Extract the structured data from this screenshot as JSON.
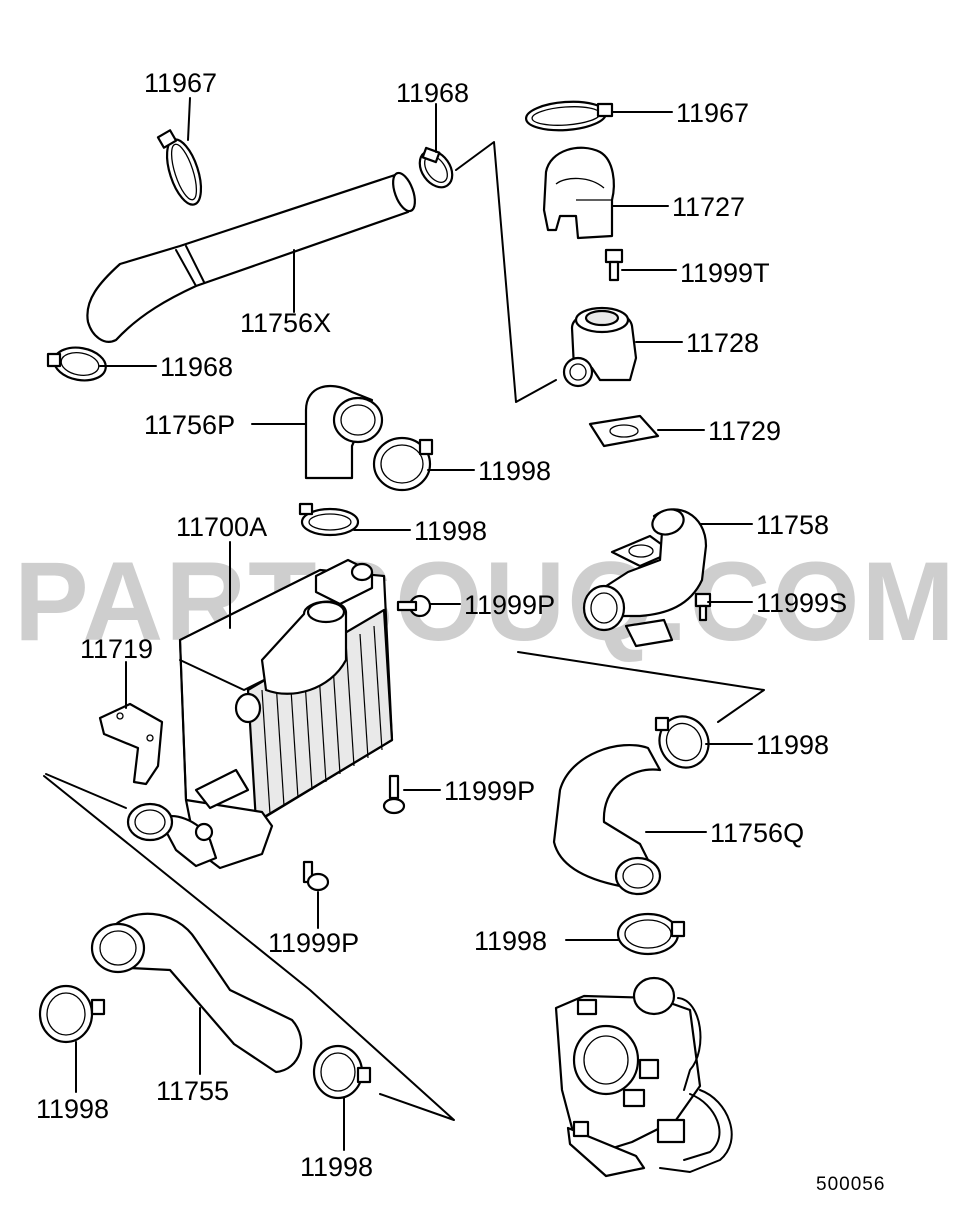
{
  "watermark": "PARTSOUQ.COM",
  "reference_code": "500056",
  "part_numbers": {
    "clamp_top_left": "11967",
    "clamp_top_center": "11968",
    "clamp_top_right": "11967",
    "cover": "11727",
    "bolt_t": "11999T",
    "hose_upper": "11756X",
    "clamp_left": "11968",
    "valve": "11728",
    "hose_p": "11756P",
    "gasket": "11729",
    "clamp_hose_p": "11998",
    "clamp_intercooler_top": "11998",
    "intercooler": "11700A",
    "pipe": "11758",
    "bolt_p_top": "11999P",
    "bolt_s": "11999S",
    "bracket": "11719",
    "clamp_hose_q_top": "11998",
    "bolt_p_mid": "11999P",
    "hose_q": "11756Q",
    "bolt_p_bottom": "11999P",
    "clamp_hose_q_bottom": "11998",
    "clamp_lower_left": "11998",
    "hose_lower": "11755",
    "clamp_lower_bottom": "11998"
  }
}
